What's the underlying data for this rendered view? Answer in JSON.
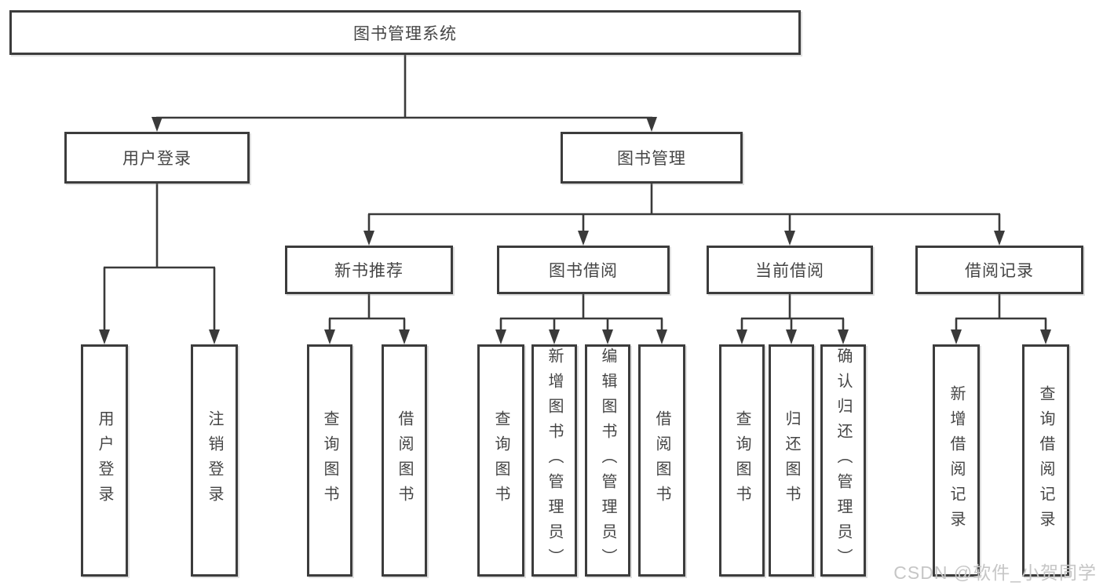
{
  "tree": {
    "label": "图书管理系统",
    "children": [
      {
        "label": "用户登录",
        "children": [
          {
            "label": "用户登录"
          },
          {
            "label": "注销登录"
          }
        ]
      },
      {
        "label": "图书管理",
        "children": [
          {
            "label": "新书推荐",
            "children": [
              {
                "label": "查询图书"
              },
              {
                "label": "借阅图书"
              }
            ]
          },
          {
            "label": "图书借阅",
            "children": [
              {
                "label": "查询图书"
              },
              {
                "label": "新增图书（管理员）"
              },
              {
                "label": "编辑图书（管理员）"
              },
              {
                "label": "借阅图书"
              }
            ]
          },
          {
            "label": "当前借阅",
            "children": [
              {
                "label": "查询图书"
              },
              {
                "label": "归还图书"
              },
              {
                "label": "确认归还（管理员）"
              }
            ]
          },
          {
            "label": "借阅记录",
            "children": [
              {
                "label": "新增借阅记录"
              },
              {
                "label": "查询借阅记录"
              }
            ]
          }
        ]
      }
    ]
  },
  "watermark": {
    "text": "CSDN @软件_小贺同学"
  },
  "colors": {
    "line": "#3a3a3a",
    "box_border": "#3c3c3c",
    "text": "#454545",
    "watermark": "#c6c6c6",
    "background": "#ffffff"
  }
}
